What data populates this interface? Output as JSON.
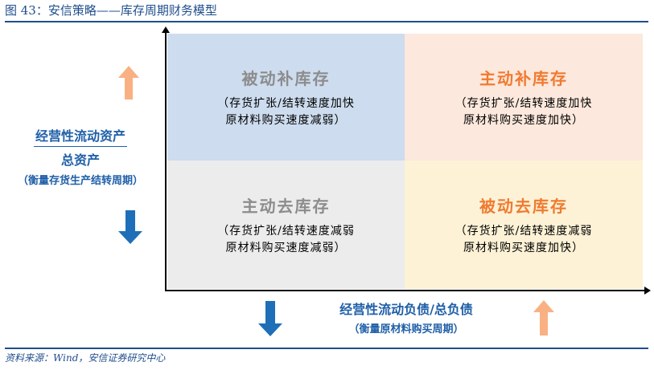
{
  "header": {
    "title": "图 43：安信策略——库存周期财务模型"
  },
  "footer": {
    "source": "资料来源：Wind，安信证券研究中心"
  },
  "y_axis": {
    "numerator": "经营性流动资产",
    "denominator": "总资产",
    "note": "（衡量存货生产结转周期）"
  },
  "x_axis": {
    "label": "经营性流动负债/总负债",
    "note": "（衡量原材料购买周期）"
  },
  "quadrants": {
    "top_left": {
      "name": "被动补库存",
      "line1": "（存货扩张/结转速度加快",
      "line2": "原材料购买速度减弱）"
    },
    "top_right": {
      "name": "主动补库存",
      "line1": "（存货扩张/结转速度加快",
      "line2": "原材料购买速度加快）"
    },
    "bottom_left": {
      "name": "主动去库存",
      "line1": "（存货扩张/结转速度减弱",
      "line2": "原材料购买速度减弱）"
    },
    "bottom_right": {
      "name": "被动去库存",
      "line1": "（存货扩张/结转速度减弱",
      "line2": "原材料购买速度加快）"
    }
  },
  "colors": {
    "title_blue": "#1f4e8c",
    "label_blue": "#1f5fa8",
    "orange": "#f07a30",
    "arrow_orange": "#f9b183",
    "arrow_blue": "#1e6fb8",
    "gray_text": "#8c8c8c",
    "q_top_left": "#cddcee",
    "q_top_right": "#fce8dc",
    "q_bottom_left": "#ececec",
    "q_bottom_right": "#fdf2d6"
  },
  "icons": {
    "y_up": "arrow-up-icon",
    "y_down": "arrow-down-icon",
    "x_down": "arrow-down-icon",
    "x_up": "arrow-up-icon"
  }
}
